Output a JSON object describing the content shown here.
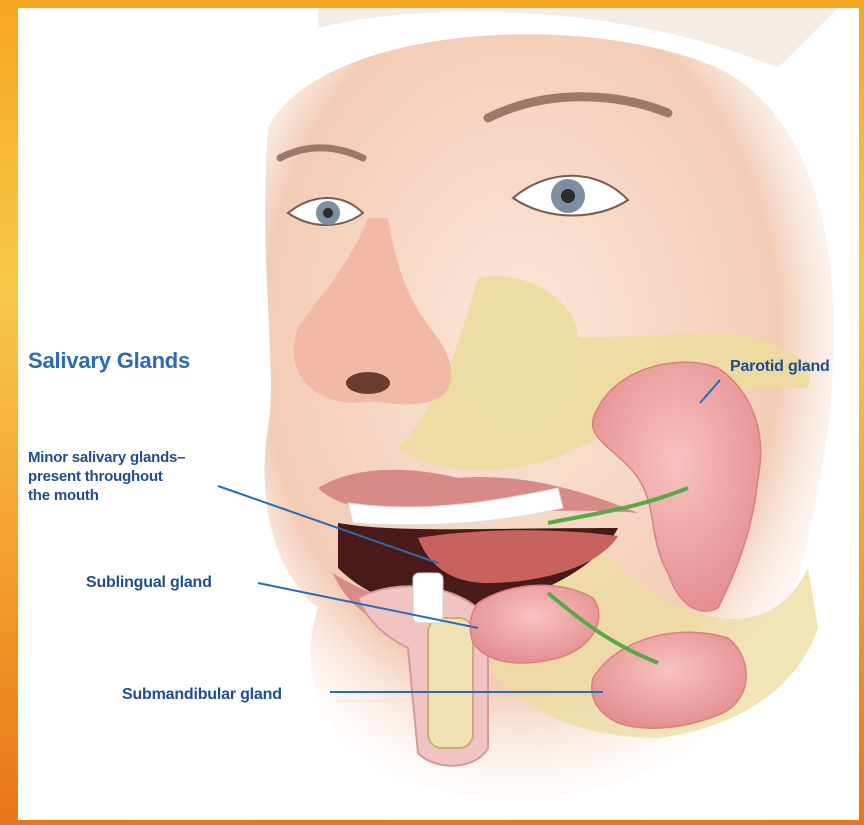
{
  "diagram": {
    "title": "Salivary Glands",
    "labels": {
      "parotid": "Parotid gland",
      "minor": "Minor salivary glands–\npresent throughout\nthe mouth",
      "sublingual": "Sublingual gland",
      "submandibular": "Submandibular gland"
    }
  },
  "colors": {
    "skin": "#f6d8c6",
    "bone": "#ecdca0",
    "gland": "#f0a8a8",
    "duct": "#5aa84a",
    "label": "#1f4e8c"
  }
}
